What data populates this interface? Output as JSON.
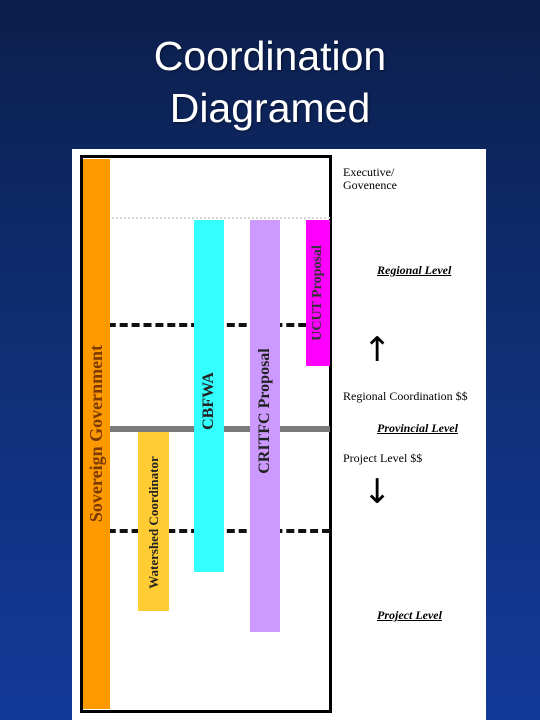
{
  "slide": {
    "title_line1": "Coordination",
    "title_line2": "Diagramed"
  },
  "diagram": {
    "bars": {
      "sovereign": {
        "label": "Sovereign Government",
        "color": "#ff9900"
      },
      "watershed": {
        "label": "Watershed Coordinator",
        "color": "#ffcc33"
      },
      "cbfwa": {
        "label": "CBFWA",
        "color": "#33ffff"
      },
      "critfc": {
        "label": "CRITFC Proposal",
        "color": "#cc99ff"
      },
      "ucut": {
        "label": "UCUT Proposal",
        "color": "#ff00ff"
      }
    },
    "levels": {
      "executive_line1": "Executive/",
      "executive_line2": "Govenence",
      "regional": "Regional Level",
      "regional_coordination": "Regional Coordination $$",
      "provincial": "Provincial Level",
      "project_level_funds": "Project Level $$",
      "project": "Project Level"
    },
    "arrows": {
      "up": "↑",
      "down": "↓"
    }
  }
}
